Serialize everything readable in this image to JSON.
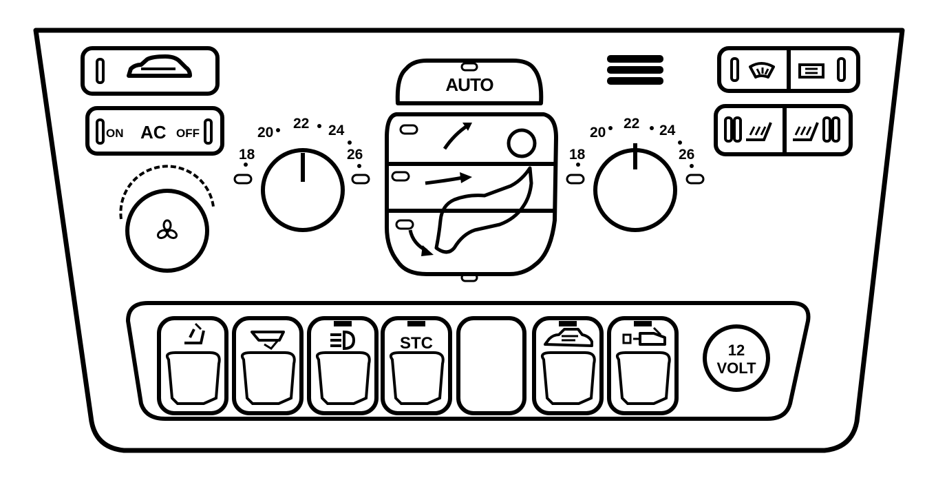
{
  "climate": {
    "auto_label": "AUTO",
    "ac": {
      "on_label": "ON",
      "ac_label": "AC",
      "off_label": "OFF"
    },
    "temp_ticks": [
      "18",
      "20",
      "22",
      "24",
      "26"
    ]
  },
  "switches": {
    "stc_label": "STC",
    "socket_line1": "12",
    "socket_line2": "VOLT"
  },
  "colors": {
    "line": "#000000",
    "background": "#ffffff"
  }
}
